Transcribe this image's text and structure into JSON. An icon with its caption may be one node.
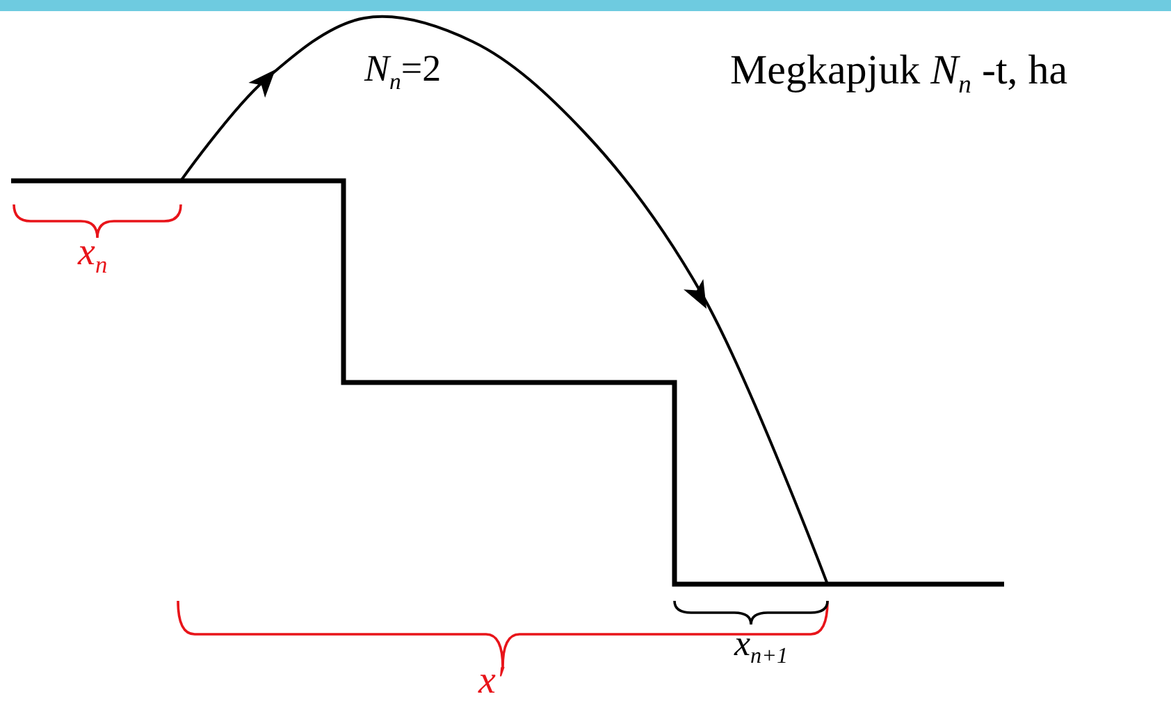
{
  "diagram": {
    "labels": [
      "*N*$_{n}$=2",
      "Megkapjuk *N*$_{n}$ -t, ha",
      "x$_{n}$",
      "x′",
      "x$_{n+1}$"
    ]
  }
}
